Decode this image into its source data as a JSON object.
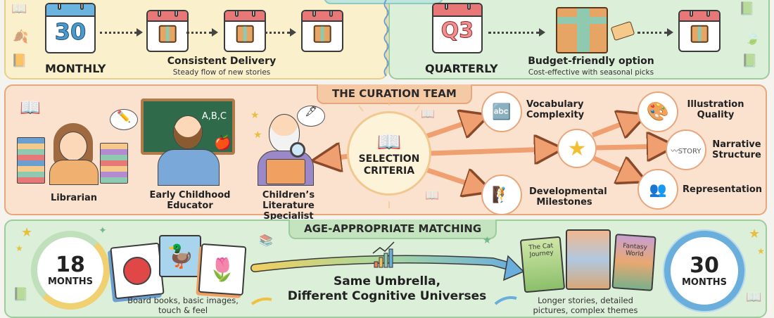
{
  "monthly": {
    "calendar_number": "30",
    "label": "MONTHLY",
    "delivery_title": "Consistent Delivery",
    "delivery_subtitle": "Steady flow of new stories",
    "icons": [
      "calendar-icon",
      "package-icon"
    ]
  },
  "quarterly": {
    "calendar_number": "Q3",
    "label": "QUARTERLY",
    "option_title": "Budget-friendly option",
    "option_subtitle": "Cost-effective with seasonal picks",
    "icons": [
      "calendar-icon",
      "package-with-tag-icon"
    ]
  },
  "curation_team": {
    "title": "THE CURATION TEAM",
    "members": [
      {
        "name": "Librarian",
        "icon": "librarian-icon"
      },
      {
        "name": "Early Childhood Educator",
        "line1": "Early Childhood",
        "line2": "Educator",
        "icon": "educator-icon",
        "board_text": "A,B,C"
      },
      {
        "name": "Children's Literature Specialist",
        "line1": "Children’s Literature",
        "line2": "Specialist",
        "icon": "specialist-icon"
      }
    ],
    "center": {
      "line1": "SELECTION",
      "line2": "CRITERIA",
      "icon": "open-book-icon"
    },
    "criteria": [
      {
        "line1": "Vocabulary",
        "line2": "Complexity",
        "icon": "abc-blocks-icon"
      },
      {
        "line1": "Developmental",
        "line2": "Milestones",
        "icon": "stairs-climber-icon"
      },
      {
        "line1": "Illustration",
        "line2": "Quality",
        "icon": "palette-icon"
      },
      {
        "line1": "Narrative",
        "line2": "Structure",
        "icon": "story-path-icon"
      },
      {
        "line1": "Representation",
        "line2": "",
        "icon": "diverse-faces-icon"
      }
    ],
    "hub_icon": "star-icon"
  },
  "age_matching": {
    "title": "AGE-APPROPRIATE MATCHING",
    "start": {
      "number": "18",
      "unit": "MONTHS",
      "caption_line1": "Board books, basic images,",
      "caption_line2": "touch & feel"
    },
    "end": {
      "number": "30",
      "unit": "MONTHS",
      "caption_line1": "Longer stories, detailed",
      "caption_line2": "pictures, complex themes"
    },
    "center_line1": "Same Umbrella,",
    "center_line2": "Different Cognitive Universes",
    "board_books": [
      "red-ball-icon",
      "duck-icon",
      "flower-icon"
    ],
    "story_books": [
      "The Cat Journey",
      "",
      "Fantasy World"
    ]
  },
  "colors": {
    "monthly_bg": "#faf0cc",
    "quarterly_bg": "#dcefd9",
    "team_bg": "#fbe2cf",
    "age_bg": "#dcefd9",
    "arrow_orange": "#f0a070",
    "calendar_red": "#e87878",
    "calendar_blue": "#6bb4e0"
  }
}
